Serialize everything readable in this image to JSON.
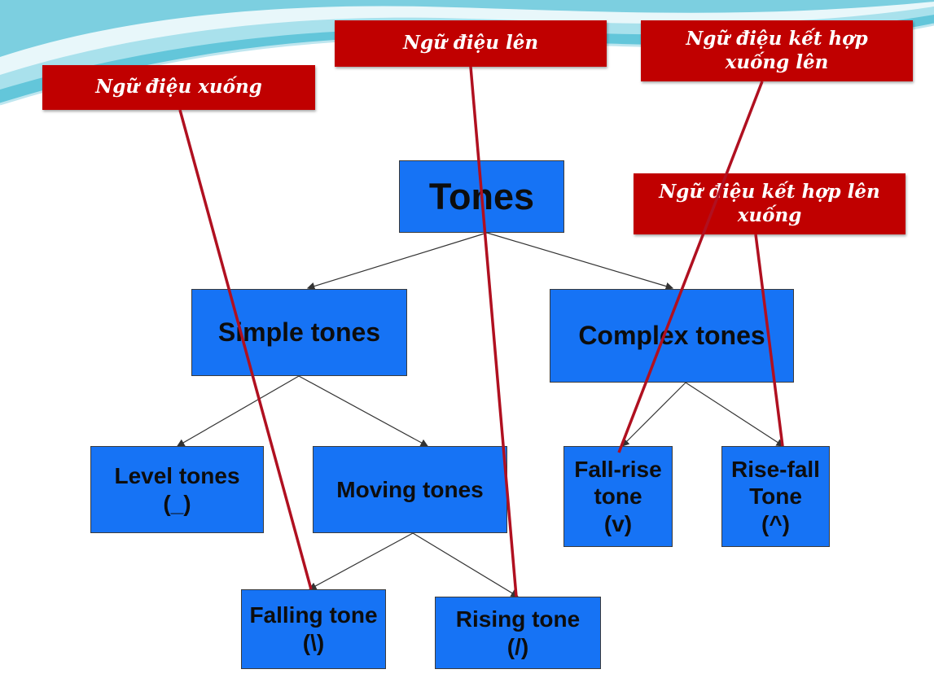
{
  "diagram": {
    "root": {
      "label": "Tones"
    },
    "simple": {
      "label": "Simple tones"
    },
    "complex": {
      "label": "Complex tones"
    },
    "level": {
      "line1": "Level tones",
      "line2": "(_)"
    },
    "moving": {
      "label": "Moving tones"
    },
    "fall_rise": {
      "line1": "Fall-rise",
      "line2": "tone",
      "line3": "(v)"
    },
    "rise_fall": {
      "line1": "Rise-fall",
      "line2": "Tone",
      "line3": "(^)"
    },
    "falling": {
      "line1": "Falling tone",
      "line2": "(\\)"
    },
    "rising": {
      "line1": "Rising tone",
      "line2": "(/)"
    }
  },
  "callouts": {
    "falling_intonation": "Ngữ điệu xuống",
    "rising_intonation": "Ngữ điệu lên",
    "fall_rise_intonation": {
      "line1": "Ngữ điệu kết hợp",
      "line2": "xuống lên"
    },
    "rise_fall_intonation": {
      "line1": "Ngữ điệu kết hợp lên",
      "line2": "xuống"
    }
  },
  "colors": {
    "node_fill": "#1673f5",
    "callout_fill": "#c00000",
    "pointer_line": "#b01020",
    "connector": "#333333",
    "wave_teal": "#5cc3d9"
  }
}
